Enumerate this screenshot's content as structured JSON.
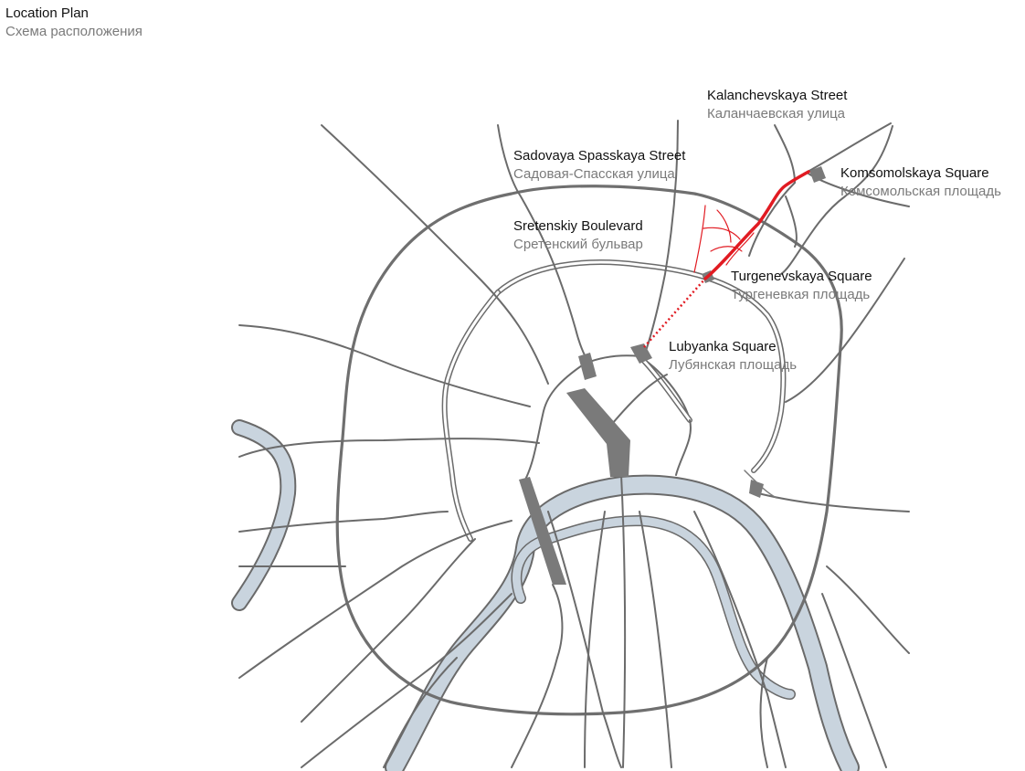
{
  "title": {
    "en": "Location Plan",
    "ru": "Схема расположения"
  },
  "labels": {
    "kalanchevskaya": {
      "en": "Kalanchevskaya Street",
      "ru": "Каланчаевская улица"
    },
    "sadovaya": {
      "en": "Sadovaya Spasskaya Street",
      "ru": "Садовая-Спасская улица"
    },
    "komsomolskaya": {
      "en": "Komsomolskaya Square",
      "ru": "Комсомольская площадь"
    },
    "sretenskiy": {
      "en": "Sretenskiy Boulevard",
      "ru": "Сретенский бульвар"
    },
    "turgenevskaya": {
      "en": "Turgenevskaya Square",
      "ru": "Тургеневкая площадь"
    },
    "lubyanka": {
      "en": "Lubyanka Square",
      "ru": "Лубянская площадь"
    }
  },
  "colors": {
    "route": "#e11b22",
    "roads": "#6b6b6b",
    "river": "#c9d4de",
    "squares": "#7a7a7a"
  },
  "icons": {
    "squares": "filled-grey-polygon",
    "route": "red-line"
  }
}
